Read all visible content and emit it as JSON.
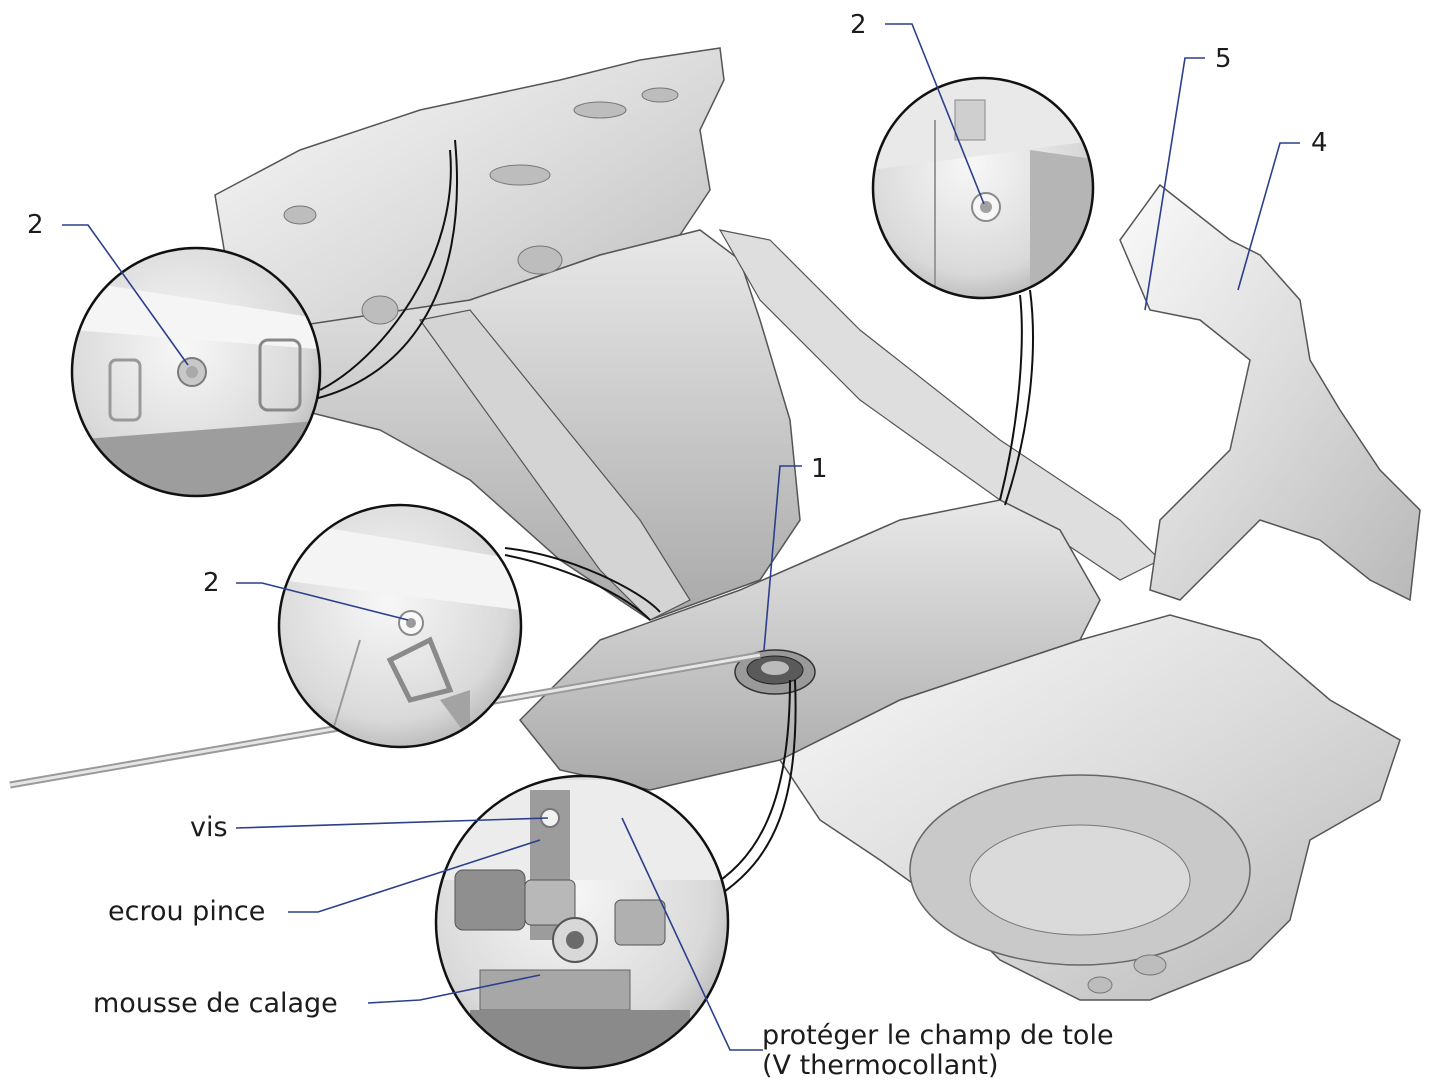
{
  "callouts": {
    "c1": "1",
    "c2_top_left": "2",
    "c2_top_right": "2",
    "c2_middle": "2",
    "c4": "4",
    "c5": "5"
  },
  "notes": {
    "vis": "vis",
    "ecrou": "ecrou pince",
    "mousse": "mousse de calage",
    "proteger_line1": "protéger le champ de tole",
    "proteger_line2": "(V thermocollant)"
  },
  "colors": {
    "leader": "#2c3f8c",
    "metal_light": "#f2f2f2",
    "metal_mid": "#cfcfcf",
    "metal_dark": "#8a8a8a",
    "outline": "#4a4a4a"
  }
}
